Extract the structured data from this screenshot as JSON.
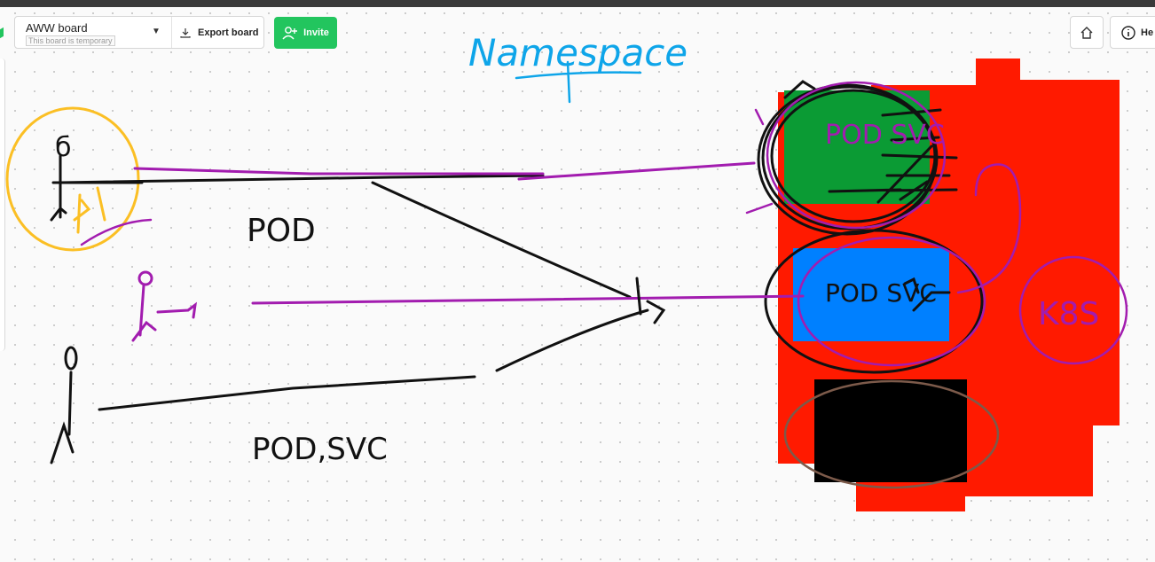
{
  "toolbar": {
    "board_name": "AWW board",
    "board_status": "This board is temporary",
    "export_label": "Export board",
    "invite_label": "Invite",
    "help_label": "He"
  },
  "canvas": {
    "labels": {
      "namespace": "Namespace",
      "pod_top": "POD",
      "pod_svc_bottom": "POD,SVC",
      "pod_svc_green": "POD SVC",
      "pod_svc_blue": "POD SVC",
      "k8s": "K8S"
    }
  },
  "colors": {
    "invite": "#22c55e",
    "ink_black": "#111111",
    "ink_purple": "#a21caf",
    "ink_blue": "#0ea5e9",
    "ink_yellow": "#fbbf24",
    "ink_brown": "#7c5a4a",
    "fill_red": "#ff1a00",
    "fill_green": "#0b9b34",
    "fill_blue": "#0080ff",
    "fill_black": "#000000"
  },
  "icons": [
    "download-icon",
    "user-plus-icon",
    "home-icon",
    "info-icon",
    "chevron-down-icon"
  ]
}
